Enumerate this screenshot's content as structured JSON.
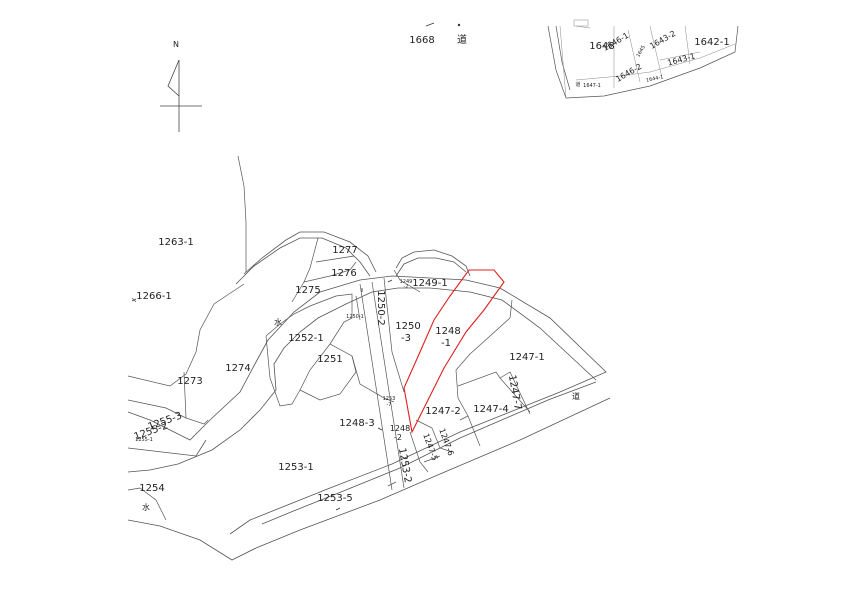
{
  "map": {
    "compass_label": "N",
    "road_label": "道",
    "water_label": "水",
    "highlight_color": "#e02020",
    "line_color": "#555555",
    "top_labels": {
      "l1668": "1668",
      "l1648": "1648",
      "l1646_1": "1646-1",
      "l1646_2": "1646-2",
      "l1643_2": "1643-2",
      "l1642_1": "1642-1",
      "l1643_1": "1643-1",
      "l1647_1_top": "1647-1",
      "l1644_1": "1644-1",
      "l1645": "1645"
    },
    "lots": {
      "l1263_1": "1263-1",
      "l1266_1": "1266-1",
      "l1277": "1277",
      "l1276": "1276",
      "l1275": "1275",
      "l1249_1": "1249-1",
      "l1250_2": "1250-2",
      "l1250_3a": "1250",
      "l1250_3b": "-3",
      "l1248_1a": "1248",
      "l1248_1b": "-1",
      "l1252_1": "1252-1",
      "l1251": "1251",
      "l1274": "1274",
      "l1273": "1273",
      "l1247_1": "1247-1",
      "l1247_7": "1247-7",
      "l1247_4": "1247-4",
      "l1247_2": "1247-2",
      "l1248_3": "1248-3",
      "l1248_2a": "1248",
      "l1248_2b": "-2",
      "l1247_6": "1247-6",
      "l1247_5": "1247-5",
      "l1253_2": "1253-2",
      "l1253_1": "1253-1",
      "l1255_3": "1255-3",
      "l1255_2": "1255-2",
      "l1255_1": "1255-1",
      "l1254": "1254",
      "l1253_5": "1253-5",
      "l1250_1": "1250-1",
      "l1253_7a": "1253",
      "l1253_7b": "-7",
      "l1249_2a": "1249",
      "l1249_2b": "-2"
    }
  }
}
